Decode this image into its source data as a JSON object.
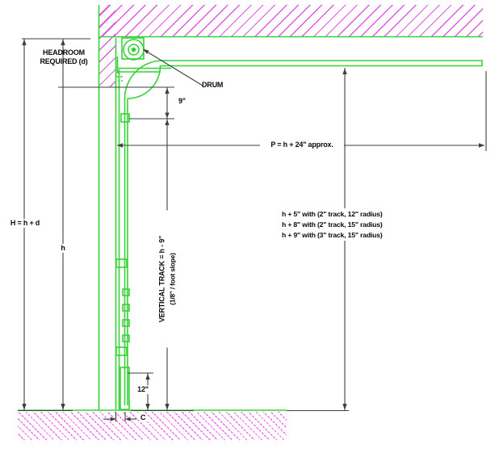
{
  "diagram": {
    "title": "Sectional door headroom / track requirement diagram",
    "labels": {
      "headroom_line1": "HEADROOM",
      "headroom_line2": "REQUIRED (d)",
      "drum": "DRUM",
      "dim_9in": "9\"",
      "p_dimension": "P = h + 24\" approx.",
      "track_height_options": [
        "h + 5\" with (2\" track, 12\" radius)",
        "h + 8\" with (2\" track, 15\" radius)",
        "h + 9\" with (3\" track, 15\" radius)"
      ],
      "overall_height": "H = h + d",
      "opening_height": "h",
      "vertical_track_line1": "VERTICAL TRACK = h - 9\"",
      "vertical_track_line2": "(1/8\" / foot slope)",
      "dim_12in": "12\"",
      "side_clearance": "C"
    },
    "colors": {
      "track_green": "#35d335",
      "hatch_magenta": "#e357e3",
      "dimension_gray": "#3f3f3f",
      "text_black": "#0a0a0a"
    }
  }
}
